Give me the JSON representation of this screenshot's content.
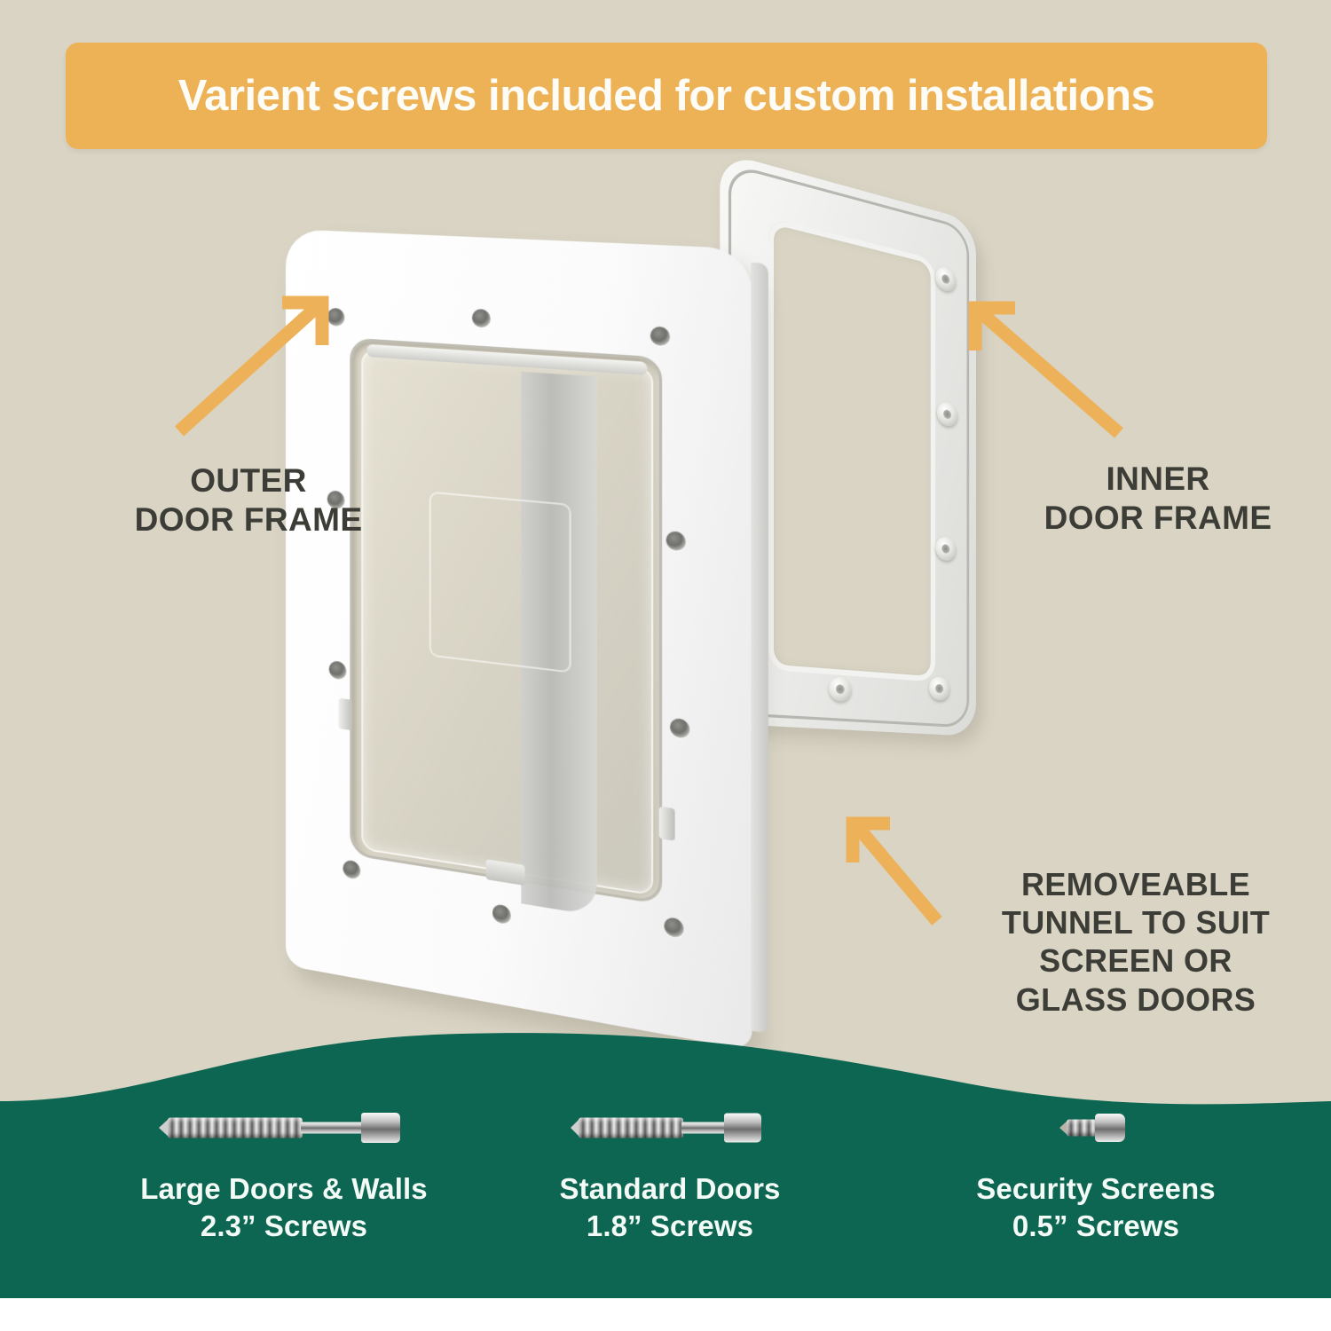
{
  "banner": {
    "text": "Varient screws included for custom installations",
    "bg_color": "#eeb256",
    "text_color": "#fdfcf7"
  },
  "background": {
    "page_color": "#d9d4c4",
    "panel_color": "#0d6651",
    "accent_color": "#edb259",
    "label_color": "#3d3d38"
  },
  "callouts": [
    {
      "name": "outer-door-frame",
      "lines": [
        "OUTER",
        "DOOR FRAME"
      ],
      "arrow": "arrow-up-right-icon"
    },
    {
      "name": "inner-door-frame",
      "lines": [
        "INNER",
        "DOOR FRAME"
      ],
      "arrow": "arrow-up-left-icon"
    },
    {
      "name": "removeable-tunnel",
      "lines": [
        "REMOVEABLE",
        "TUNNEL TO SUIT",
        "SCREEN OR",
        "GLASS DOORS"
      ],
      "arrow": "arrow-up-left-icon"
    }
  ],
  "product": {
    "name": "pet-door-exploded-view",
    "parts": [
      "outer door frame",
      "transparent flap",
      "inner door frame",
      "removeable tunnel"
    ]
  },
  "screws": [
    {
      "use": "Large Doors & Walls",
      "size": "2.3” Screws",
      "icon": "screw-icon"
    },
    {
      "use": "Standard Doors",
      "size": "1.8” Screws",
      "icon": "screw-icon"
    },
    {
      "use": "Security Screens",
      "size": "0.5” Screws",
      "icon": "screw-icon"
    }
  ]
}
